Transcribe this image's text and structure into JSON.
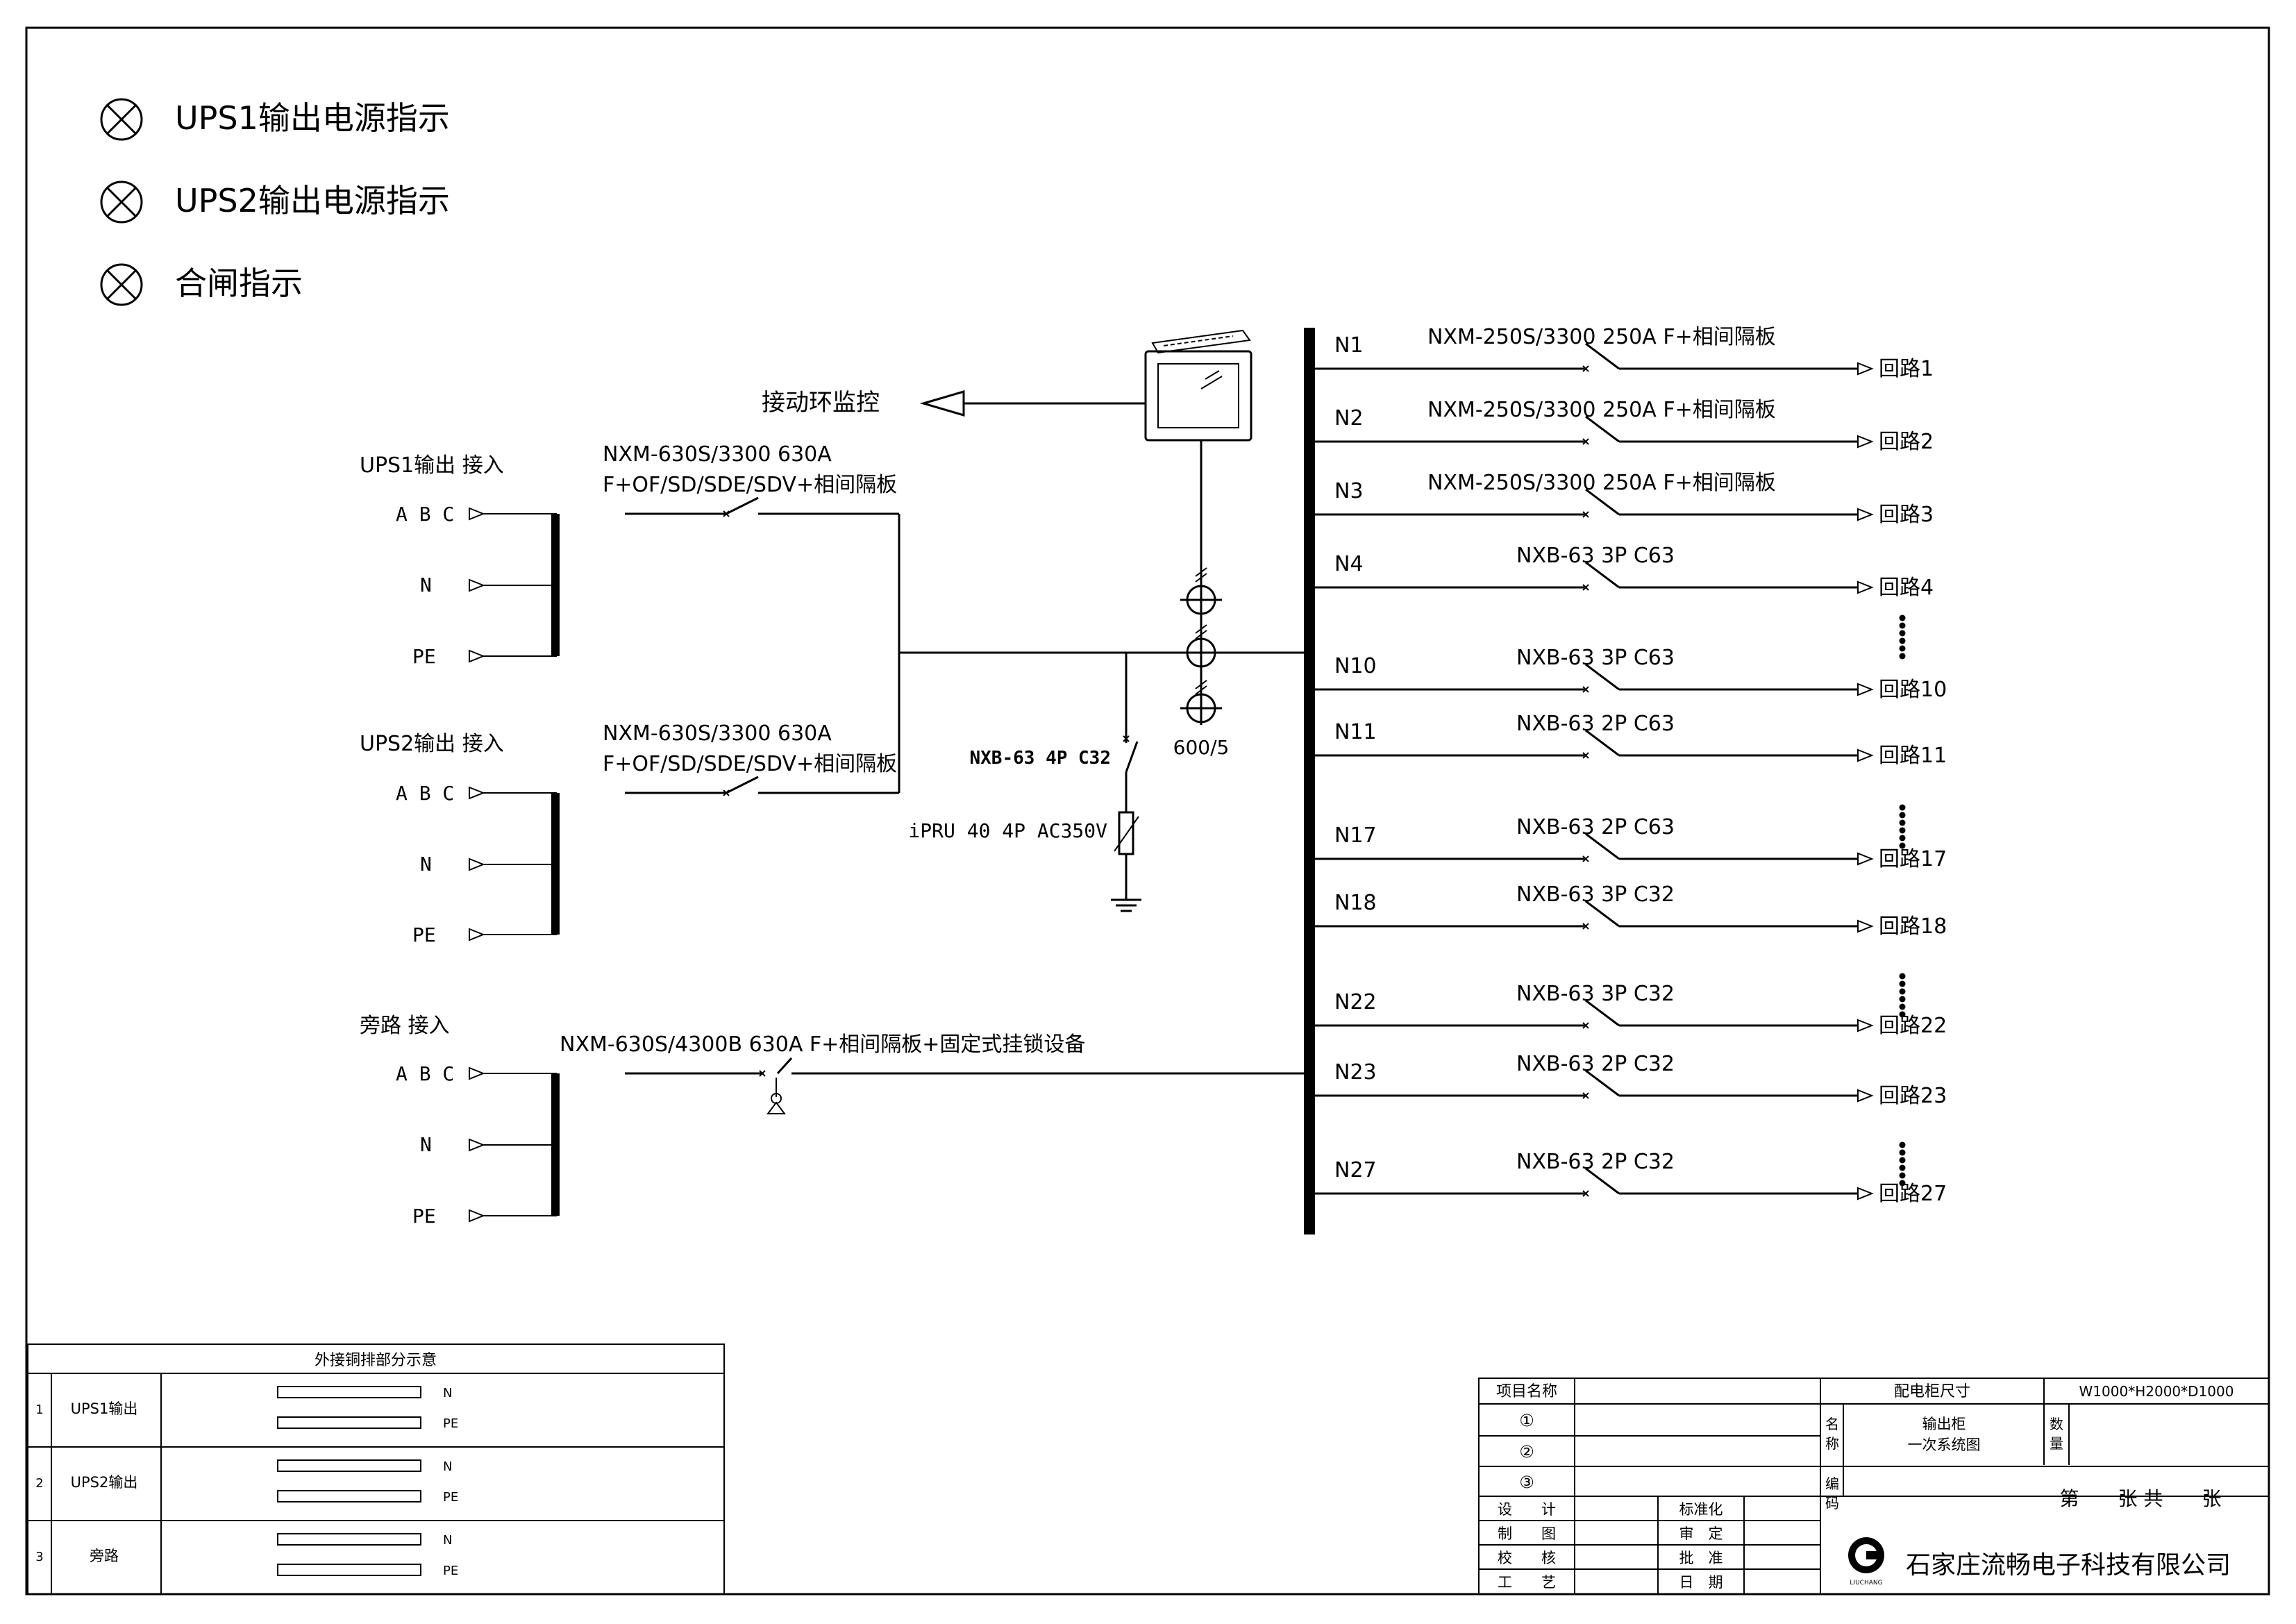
{
  "legend": [
    {
      "label": "UPS1输出电源指示"
    },
    {
      "label": "UPS2输出电源指示"
    },
    {
      "label": "合闸指示"
    }
  ],
  "monitor_label": "接动环监控",
  "inputs": [
    {
      "title": "UPS1输出 接入",
      "phases": [
        "A B C",
        "N",
        "PE"
      ],
      "breaker_line1": "NXM-630S/3300 630A",
      "breaker_line2": "F+OF/SD/SDE/SDV+相间隔板"
    },
    {
      "title": "UPS2输出 接入",
      "phases": [
        "A B C",
        "N",
        "PE"
      ],
      "breaker_line1": "NXM-630S/3300 630A",
      "breaker_line2": "F+OF/SD/SDE/SDV+相间隔板"
    },
    {
      "title": "旁路 接入",
      "phases": [
        "A B C",
        "N",
        "PE"
      ],
      "breaker_line1": "NXM-630S/4300B 630A F+相间隔板+固定式挂锁设备",
      "breaker_line2": ""
    }
  ],
  "spd": {
    "breaker": "NXB-63 4P C32",
    "arrester": "iPRU 40 4P AC350V"
  },
  "ct_ratio": "600/5",
  "circuits": [
    {
      "id": "N1",
      "breaker": "NXM-250S/3300 250A F+相间隔板",
      "label": "回路1"
    },
    {
      "id": "N2",
      "breaker": "NXM-250S/3300 250A F+相间隔板",
      "label": "回路2"
    },
    {
      "id": "N3",
      "breaker": "NXM-250S/3300 250A F+相间隔板",
      "label": "回路3"
    },
    {
      "id": "N4",
      "breaker": "NXB-63 3P C63",
      "label": "回路4"
    },
    {
      "id": "N10",
      "breaker": "NXB-63 3P C63",
      "label": "回路10"
    },
    {
      "id": "N11",
      "breaker": "NXB-63 2P C63",
      "label": "回路11"
    },
    {
      "id": "N17",
      "breaker": "NXB-63 2P C63",
      "label": "回路17"
    },
    {
      "id": "N18",
      "breaker": "NXB-63 3P C32",
      "label": "回路18"
    },
    {
      "id": "N22",
      "breaker": "NXB-63 3P C32",
      "label": "回路22"
    },
    {
      "id": "N23",
      "breaker": "NXB-63 2P C32",
      "label": "回路23"
    },
    {
      "id": "N27",
      "breaker": "NXB-63 2P C32",
      "label": "回路27"
    }
  ],
  "busbar_table": {
    "title": "外接铜排部分示意",
    "rows": [
      {
        "no": "1",
        "name": "UPS1输出",
        "bars": [
          "N",
          "PE"
        ]
      },
      {
        "no": "2",
        "name": "UPS2输出",
        "bars": [
          "N",
          "PE"
        ]
      },
      {
        "no": "3",
        "name": "旁路",
        "bars": [
          "N",
          "PE"
        ]
      }
    ]
  },
  "title_block": {
    "project_name": "项目名称",
    "cabinet_size_label": "配电柜尺寸",
    "cabinet_size_value": "W1000*H2000*D1000",
    "marks": [
      "①",
      "②",
      "③"
    ],
    "name_label": "名\n称",
    "name_line1": "输出柜",
    "name_line2": "一次系统图",
    "qty_label": "数\n量",
    "code_label": "编\n码",
    "sheet": "第　　张 共　　张",
    "roles_left": [
      "设　　计",
      "制　　图",
      "校　　核",
      "工　　艺"
    ],
    "roles_right": [
      "标准化",
      "审　定",
      "批　准",
      "日　期"
    ],
    "company": "石家庄流畅电子科技有限公司",
    "logo_text": "LIUCHANG"
  }
}
